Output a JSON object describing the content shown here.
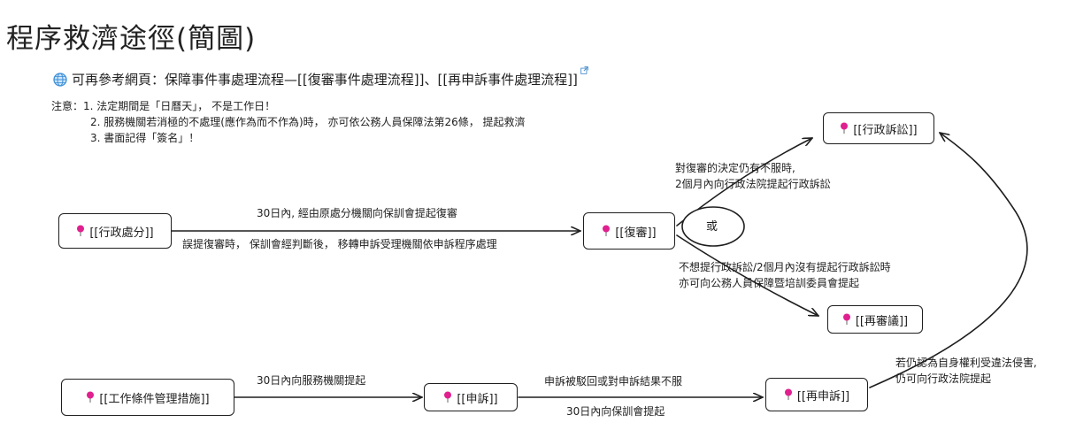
{
  "title": "程序救濟途徑(簡圖)",
  "reference": {
    "prefix": "可再參考網頁：",
    "text_1": "保障事件事處理流程—",
    "link_1": "[[復審事件處理流程]]",
    "separator": "、",
    "link_2": "[[再申訴事件處理流程]]",
    "icons": {
      "leading": "globe-icon",
      "trailing": "external-link-icon"
    }
  },
  "notes": {
    "lead": "注意：",
    "items": [
      "1. 法定期間是「日曆天」， 不是工作日！",
      "2. 服務機關若消極的不處理(應作為而不作為)時， 亦可依公務人員保障法第26條， 提起救濟",
      "3. 書面記得「簽名」！"
    ]
  },
  "nodes": {
    "admin_disposition": "[[行政處分]]",
    "review": "[[復審]]",
    "or": "或",
    "admin_litigation": "[[行政訴訟]]",
    "re_review": "[[再審議]]",
    "work_conditions": "[[工作條件管理措施]]",
    "complaint": "[[申訴]]",
    "re_complaint": "[[再申訴]]"
  },
  "edges": {
    "to_review_top": "30日內, 經由原處分機關向保訓會提起復審",
    "to_review_bottom": "誤提復審時， 保訓會經判斷後， 移轉申訴受理機關依申訴程序處理",
    "to_litigation_1": "對復審的決定仍有不服時,",
    "to_litigation_2": "2個月內向行政法院提起行政訴訟",
    "to_re_review_1": "不想提行政訴訟/2個月內沒有提起行政訴訟時",
    "to_re_review_2": "亦可向公務人員保障暨培訓委員會提起",
    "to_complaint": "30日內向服務機關提起",
    "to_re_complaint_top": "申訴被駁回或對申訴結果不服",
    "to_re_complaint_bottom": "30日內向保訓會提起",
    "re_complaint_to_litigation_1": "若仍認為自身權利受違法侵害,",
    "re_complaint_to_litigation_2": "仍可向行政法院提起"
  },
  "colors": {
    "pin": "#e0208f",
    "globe": "#3d8fd8",
    "link_icon": "#4a8fd0",
    "stroke": "#1e1e1e"
  }
}
